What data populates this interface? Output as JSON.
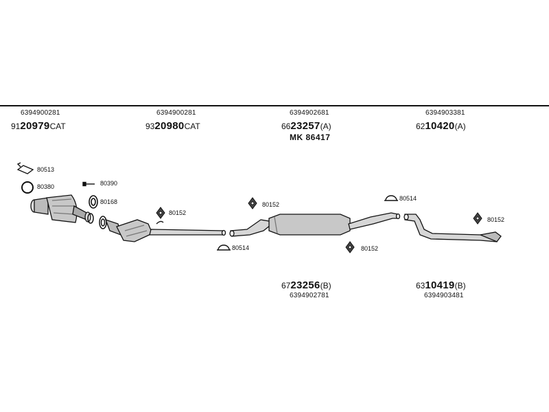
{
  "colors": {
    "line": "#111111",
    "part_fill": "#c8c8c8",
    "part_dark": "#7a7a7a",
    "background": "#ffffff"
  },
  "top_parts": [
    {
      "oem": "6394900281",
      "prefix": "91",
      "bold": "20979",
      "suffix": "CAT"
    },
    {
      "oem": "6394900281",
      "prefix": "93",
      "bold": "20980",
      "suffix": "CAT"
    },
    {
      "oem": "6394902681",
      "prefix": "66",
      "bold": "23257",
      "suffix": "(A)"
    },
    {
      "oem": "6394903381",
      "prefix": "62",
      "bold": "10420",
      "suffix": "(A)"
    }
  ],
  "mk_label": "MK 86417",
  "bottom_parts": [
    {
      "oem": "6394902781",
      "prefix": "67",
      "bold": "23256",
      "suffix": "(B)"
    },
    {
      "oem": "6394903481",
      "prefix": "63",
      "bold": "10419",
      "suffix": "(B)"
    }
  ],
  "small_parts": {
    "gasket_a": "80513",
    "ring": "80380",
    "bolt": "80390",
    "clamp_cat": "80168",
    "mount_1": "80152",
    "hanger_1": "80514",
    "mount_2": "80152",
    "mount_3": "80152",
    "hanger_2": "80514",
    "mount_4": "80152"
  }
}
